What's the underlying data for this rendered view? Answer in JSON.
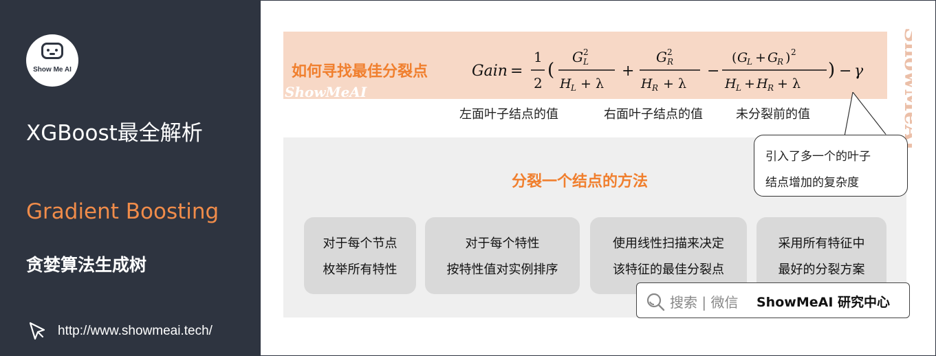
{
  "sidebar": {
    "logo_text": "Show Me AI",
    "title": "XGBoost最全解析",
    "subtitle": "Gradient Boosting",
    "subtitle2": "贪婪算法生成树",
    "link": "http://www.showmeai.tech/"
  },
  "formula_section": {
    "title": "如何寻找最佳分裂点",
    "watermark": "ShowMeAI",
    "formula_text": "Gain = 1/2 ( G_L^2/(H_L+λ) + G_R^2/(H_R+λ) − (G_L+G_R)^2/(H_L+H_R+λ) ) − γ",
    "annotations": {
      "left": "左面叶子结点的值",
      "right": "右面叶子结点的值",
      "before": "未分裂前的值"
    },
    "callout": {
      "line1": "引入了多一个的叶子",
      "line2": "结点增加的复杂度"
    }
  },
  "method_section": {
    "title": "分裂一个结点的方法",
    "steps": [
      {
        "line1": "对于每个节点",
        "line2": "枚举所有特性"
      },
      {
        "line1": "对于每个特性",
        "line2": "按特性值对实例排序"
      },
      {
        "line1": "使用线性扫描来决定",
        "line2": "该特征的最佳分裂点"
      },
      {
        "line1": "采用所有特征中",
        "line2": "最好的分裂方案"
      }
    ]
  },
  "watermark_vertical": "ShowMeAI",
  "search": {
    "label": "搜索 | 微信",
    "brand": "ShowMeAI 研究中心"
  },
  "colors": {
    "sidebar_bg": "#2e3440",
    "accent_orange": "#f07f2e",
    "formula_band": "#f7d8c6",
    "gray_area": "#efefef",
    "step_box": "#d9d9d9"
  }
}
